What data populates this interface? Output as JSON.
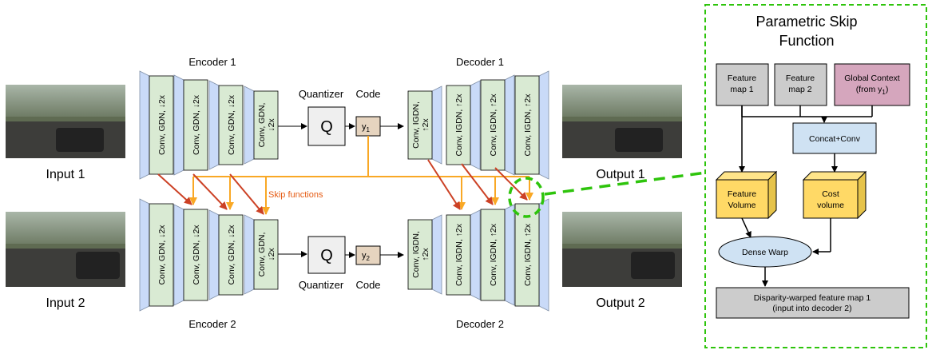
{
  "encoder1": {
    "title": "Encoder 1",
    "layers": [
      "Conv, GDN, ↓2x",
      "Conv, GDN, ↓2x",
      "Conv, GDN, ↓2x",
      "Conv, GDN,\n↓2x"
    ]
  },
  "encoder2": {
    "title": "Encoder 2",
    "layers": [
      "Conv, GDN, ↓2x",
      "Conv, GDN, ↓2x",
      "Conv, GDN, ↓2x",
      "Conv, GDN,\n↓2x"
    ]
  },
  "decoder1": {
    "title": "Decoder 1",
    "layers": [
      "Conv, IGDN,\n↑2x",
      "Conv, IGDN, ↑2x",
      "Conv, IGDN, ↑2x",
      "Conv, IGDN, ↑2x"
    ]
  },
  "decoder2": {
    "title": "Decoder 2",
    "layers": [
      "Conv, IGDN,\n↑2x",
      "Conv, IGDN, ↑2x",
      "Conv, IGDN, ↑2x",
      "Conv, IGDN, ↑2x"
    ]
  },
  "quantizer": {
    "label": "Quantizer",
    "symbol": "Q"
  },
  "code": {
    "label": "Code",
    "y1_base": "y",
    "y1_sub": "1",
    "y2_base": "y",
    "y2_sub": "2"
  },
  "inputs": {
    "input1": "Input 1",
    "input2": "Input 2"
  },
  "outputs": {
    "output1": "Output 1",
    "output2": "Output 2"
  },
  "skip_functions_label": "Skip functions",
  "psf": {
    "title_line1": "Parametric Skip",
    "title_line2": "Function",
    "feature_map1": [
      "Feature",
      "map 1"
    ],
    "feature_map2": [
      "Feature",
      "map 2"
    ],
    "global_context": [
      "Global Context",
      "(from y",
      "1",
      ")"
    ],
    "concat_conv": "Concat+Conv",
    "feature_volume": [
      "Feature",
      "Volume"
    ],
    "cost_volume": [
      "Cost",
      "volume"
    ],
    "dense_warp": "Dense Warp",
    "disparity": [
      "Disparity-warped feature map 1",
      "(input into decoder 2)"
    ]
  },
  "colors": {
    "layer_fill": "#d9ead3",
    "layer_side": "#c9daf8",
    "orange": "#f9a825",
    "red": "#cc4125",
    "green_dash": "#2ec40c",
    "gray_box": "#cccccc",
    "pink_box": "#d5a6bd",
    "blue_box": "#cfe2f3",
    "yellow_box": "#ffd966",
    "code_box": "#e6d4bf"
  }
}
